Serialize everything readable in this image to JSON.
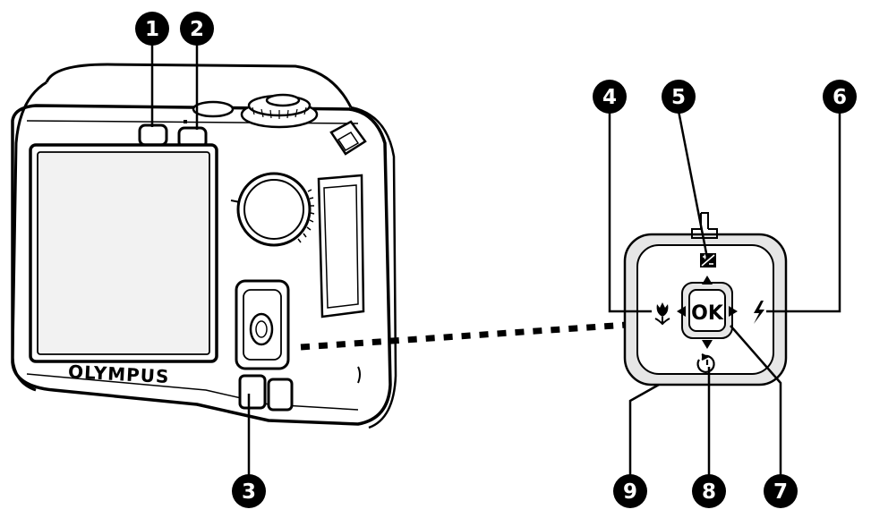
{
  "brand": "OLYMPUS",
  "ok_label": "OK",
  "callouts": [
    {
      "id": 1,
      "label": "1"
    },
    {
      "id": 2,
      "label": "2"
    },
    {
      "id": 3,
      "label": "3"
    },
    {
      "id": 4,
      "label": "4"
    },
    {
      "id": 5,
      "label": "5"
    },
    {
      "id": 6,
      "label": "6"
    },
    {
      "id": 7,
      "label": "7"
    },
    {
      "id": 8,
      "label": "8"
    },
    {
      "id": 9,
      "label": "9"
    }
  ],
  "icons": {
    "up": "print-icon",
    "exposure": "exposure-compensation-icon",
    "left": "macro-icon",
    "right": "flash-icon",
    "down": "self-timer-icon"
  },
  "colors": {
    "line": "#000000",
    "background": "#ffffff",
    "pad_ring": "#e6e6e6",
    "screen": "#f2f2f2"
  }
}
